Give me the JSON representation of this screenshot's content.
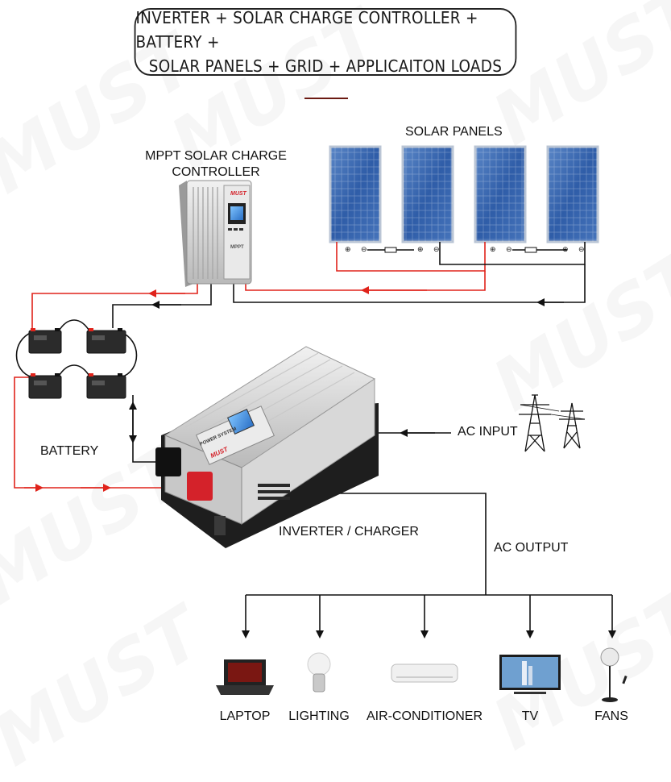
{
  "title": {
    "line1": "INVERTER + SOLAR CHARGE CONTROLLER + BATTERY +",
    "line2": "SOLAR PANELS + GRID + APPLICAITON LOADS"
  },
  "labels": {
    "solar_panels": "SOLAR PANELS",
    "controller_line1": "MPPT SOLAR CHARGE",
    "controller_line2": "CONTROLLER",
    "battery": "BATTERY",
    "ac_input": "AC INPUT",
    "inverter": "INVERTER / CHARGER",
    "ac_output": "AC OUTPUT"
  },
  "brand": {
    "logo_text": "MUST",
    "controller_model": "MPPT",
    "inverter_screen_text": "POWER SYSTEM"
  },
  "loads": [
    {
      "label": "LAPTOP",
      "icon": "laptop-icon"
    },
    {
      "label": "LIGHTING",
      "icon": "light-bulb-icon"
    },
    {
      "label": "AIR-CONDITIONER",
      "icon": "air-conditioner-icon"
    },
    {
      "label": "TV",
      "icon": "tv-icon"
    },
    {
      "label": "FANS",
      "icon": "fan-icon"
    }
  ],
  "colors": {
    "positive_wire": "#e0231b",
    "negative_wire": "#111111",
    "brand_red": "#d4222a",
    "panel_blue": "#3d6fb8"
  }
}
